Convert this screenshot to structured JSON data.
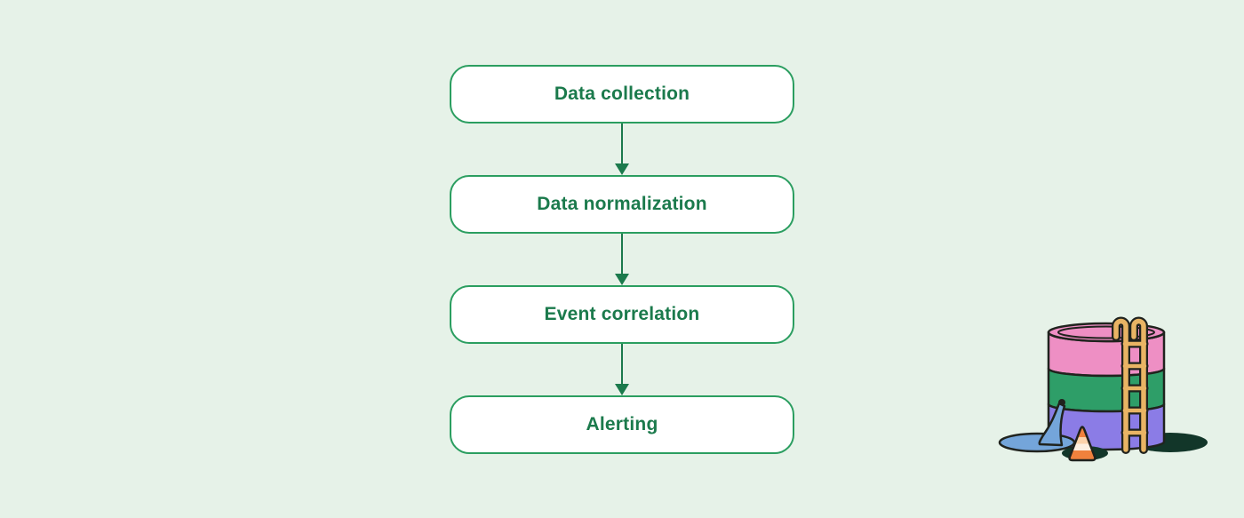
{
  "page": {
    "background_color": "#e6f2e8"
  },
  "flowchart": {
    "steps": [
      {
        "id": "data-collection",
        "label": "Data collection"
      },
      {
        "id": "data-normalization",
        "label": "Data normalization"
      },
      {
        "id": "event-correlation",
        "label": "Event correlation"
      },
      {
        "id": "alerting",
        "label": "Alerting"
      }
    ],
    "style": {
      "box_fill": "#ffffff",
      "box_border_color": "#2b9e60",
      "label_color": "#1b7a4c",
      "arrow_color": "#1b7a4c"
    }
  },
  "illustration": {
    "description": "Striped storage tank with hooked ladder, leaking water into a puddle, and a traffic cone",
    "colors": {
      "tank_top_band": "#ee8fc4",
      "tank_middle_band": "#2e9e68",
      "tank_bottom_band": "#8b7ce6",
      "ladder": "#e9b464",
      "water": "#74a5da",
      "cone": "#f0813d",
      "cone_stripe_peach": "#fbd3ab",
      "cone_stripe_cream": "#fdf0e1",
      "outline": "#20231e",
      "shadow": "#123629"
    }
  }
}
